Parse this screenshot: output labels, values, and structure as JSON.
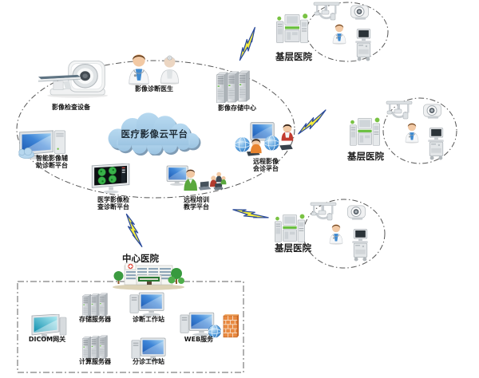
{
  "diagram": {
    "cloud_platform": {
      "label": "医疗影像云平台",
      "fill": "#a9cfe9"
    },
    "platform_nodes": [
      {
        "name": "imaging-equipment",
        "label": "影像检查设备"
      },
      {
        "name": "imaging-diagnosing-doctors",
        "label": "影像诊断医生"
      },
      {
        "name": "imaging-storage-center",
        "label": "影像存储中心"
      },
      {
        "name": "ai-assisted-diagnosis-platform",
        "label": "智能影像辅\n助诊断平台"
      },
      {
        "name": "imaging-exam-diagnosis-platform",
        "label": "医学影像检\n查诊断平台"
      },
      {
        "name": "remote-training-platform",
        "label": "远程培训\n教学平台"
      },
      {
        "name": "remote-consultation-platform",
        "label": "远程影像\n会诊平台"
      }
    ],
    "branch_hospitals": [
      {
        "label": "基层医院"
      },
      {
        "label": "基层医院"
      },
      {
        "label": "基层医院"
      }
    ],
    "central_hospital": {
      "label": "中心医院"
    },
    "datacenter_nodes": [
      {
        "name": "dicom-gateway",
        "label": "DICOM网关"
      },
      {
        "name": "storage-server",
        "label": "存储服务器"
      },
      {
        "name": "compute-server",
        "label": "计算服务器"
      },
      {
        "name": "diagnosis-workstation",
        "label": "诊断工作站"
      },
      {
        "name": "triage-workstation",
        "label": "分诊工作站"
      },
      {
        "name": "web-service",
        "label": "WEB服务"
      }
    ],
    "colors": {
      "bolt_fill": "#f5ec3d",
      "bolt_outline": "#2a4a9b",
      "dash_line": "#555555"
    }
  }
}
